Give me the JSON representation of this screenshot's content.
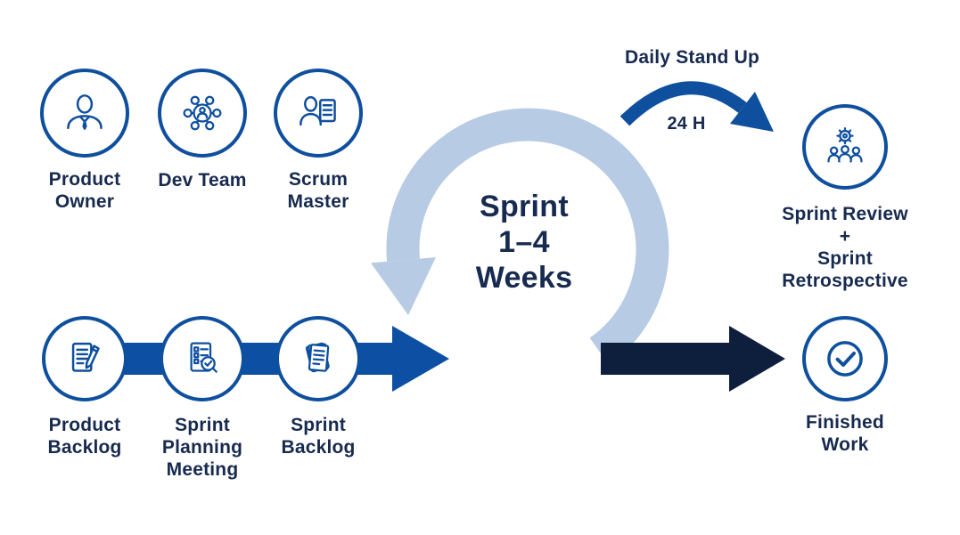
{
  "colors": {
    "primary_blue": "#0E4F9E",
    "light_blue": "#B7CBE5",
    "navy_arrow": "#0D1F3C",
    "medium_blue_arrow": "#0D50A3",
    "text_navy": "#172A4F",
    "background": "#FFFFFF"
  },
  "roles": [
    {
      "name": "product-owner",
      "icon": "person-icon",
      "lines": [
        "Product",
        "Owner"
      ]
    },
    {
      "name": "dev-team",
      "icon": "team-network-icon",
      "lines": [
        "Dev Team"
      ]
    },
    {
      "name": "scrum-master",
      "icon": "person-checklist-icon",
      "lines": [
        "Scrum",
        "Master"
      ]
    }
  ],
  "sprint_cycle": {
    "lines": [
      "Sprint",
      "1–4",
      "Weeks"
    ]
  },
  "daily_standup": {
    "label": "Daily Stand Up",
    "interval": "24 H"
  },
  "artifacts": [
    {
      "name": "product-backlog",
      "icon": "document-pencil-icon",
      "lines": [
        "Product",
        "Backlog"
      ]
    },
    {
      "name": "sprint-planning-meeting",
      "icon": "checklist-magnifier-icon",
      "lines": [
        "Sprint",
        "Planning",
        "Meeting"
      ]
    },
    {
      "name": "sprint-backlog",
      "icon": "documents-stack-icon",
      "lines": [
        "Sprint",
        "Backlog"
      ]
    }
  ],
  "review": {
    "name": "sprint-review-retrospective",
    "icon": "gear-team-icon",
    "lines": [
      "Sprint Review",
      "+",
      "Sprint",
      "Retrospective"
    ]
  },
  "finished": {
    "name": "finished-work",
    "icon": "check-circle-icon",
    "lines": [
      "Finished",
      "Work"
    ]
  }
}
